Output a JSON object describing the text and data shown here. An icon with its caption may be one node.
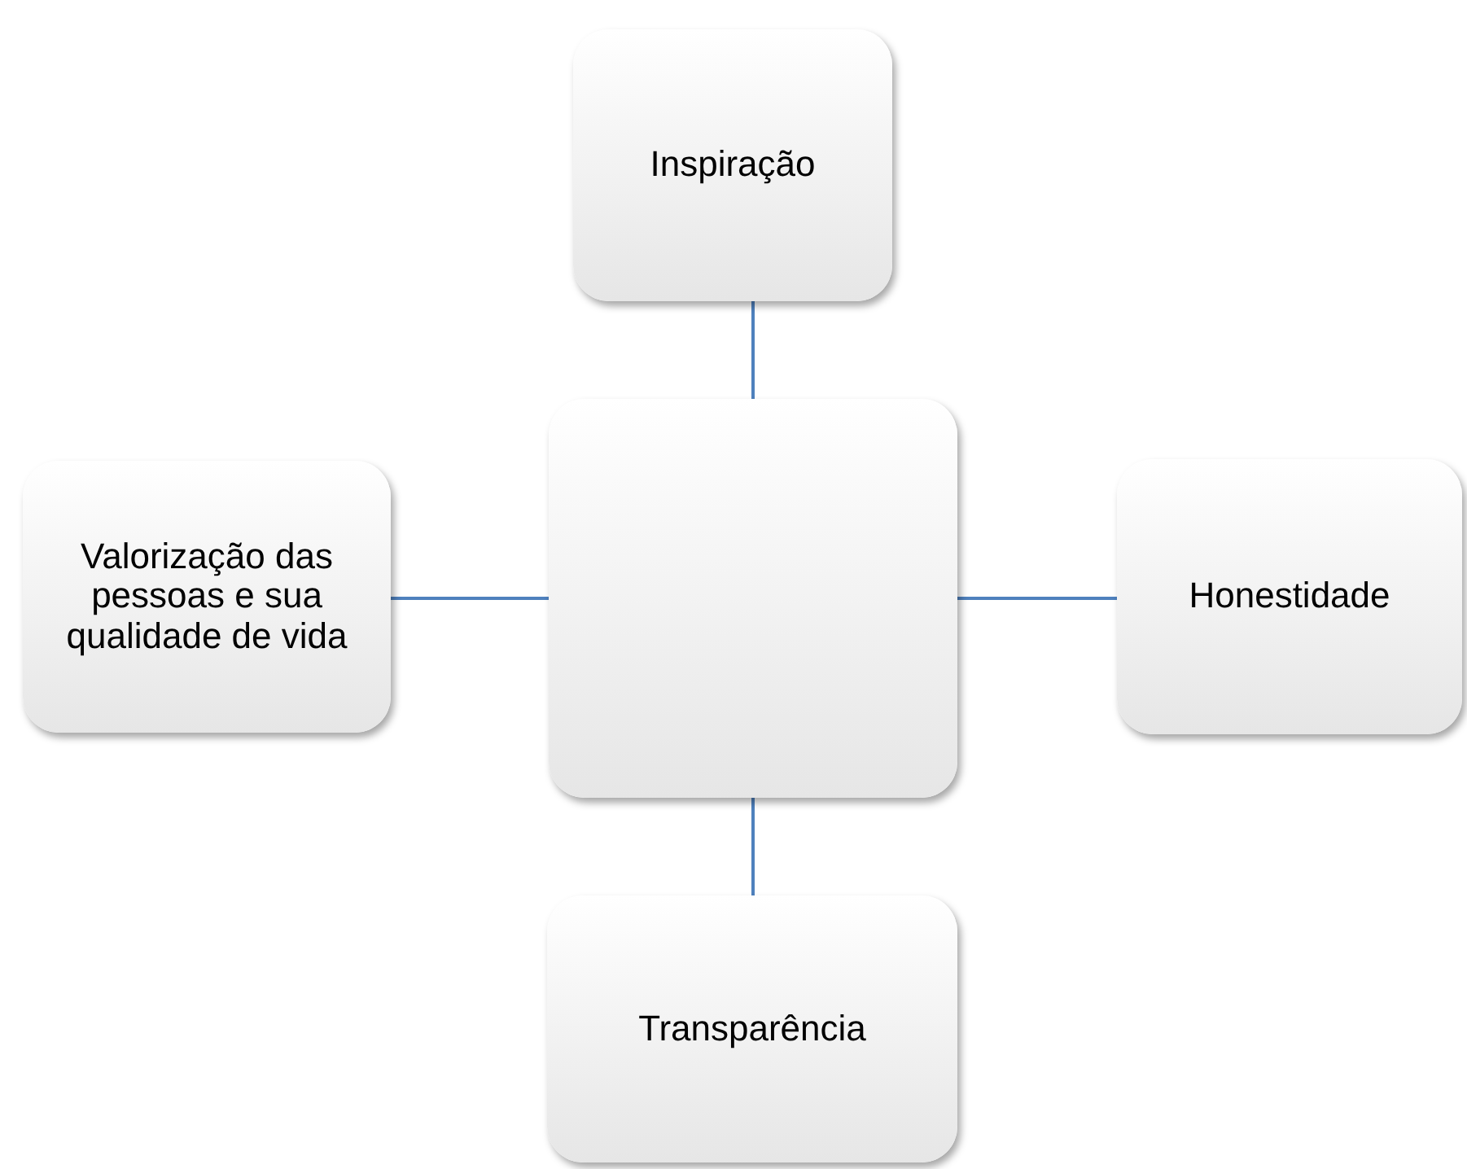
{
  "diagram": {
    "nodes": [
      {
        "text": [
          "Inspiração"
        ]
      },
      {
        "text": [
          "Valorização das pessoas e sua qualidade de vida"
        ]
      },
      {
        "text": [],
        "shape": "box"
      },
      {
        "text": [
          "Honestidade"
        ]
      },
      {
        "text": [
          "Transparência"
        ]
      }
    ],
    "edges": [
      {
        "from": 2,
        "to": 0,
        "arrow": "none"
      },
      {
        "from": 2,
        "to": 1,
        "arrow": "none"
      },
      {
        "from": 2,
        "to": 3,
        "arrow": "none"
      },
      {
        "from": 2,
        "to": 4,
        "arrow": "none"
      }
    ]
  }
}
